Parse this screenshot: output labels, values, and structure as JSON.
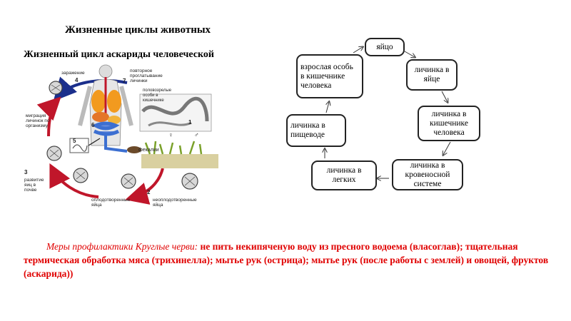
{
  "title": "Жизненные циклы животных",
  "subtitle": "Жизненный цикл аскариды человеческой",
  "illustration": {
    "labels": {
      "infection": "заражение",
      "n4": "4",
      "repeat": "повторное",
      "swallow": "проглатывание",
      "larvae": "личинки",
      "n7": "7",
      "mature1": "половозрелые",
      "mature2": "особи в",
      "mature3": "кишечнике",
      "n6": "6",
      "migration1": "миграция",
      "migration2": "личинок по",
      "migration3": "организму",
      "n1": "1",
      "female": "♀",
      "male": "♂",
      "n5": "5",
      "feces": "фекалии",
      "n3": "3",
      "dev1": "развитие",
      "dev2": "яиц в",
      "dev3": "почве",
      "fert1": "оплодотворенные",
      "fert2": "яйца",
      "n2": "2",
      "unfert1": "неоплодотворенные",
      "unfert2": "яйца"
    }
  },
  "cycle": {
    "nodes": {
      "egg": "яйцо",
      "larva_egg": "личинка в яйце",
      "larva_intestine": "личинка в кишечнике человека",
      "larva_blood": "личинка в кровеносной системе",
      "larva_lungs": "личинка в легких",
      "larva_esophagus": "личинка в пищеводе",
      "adult": "взрослая особь в кишечнике человека"
    }
  },
  "prevention": {
    "lead": "Меры профилактики Круглые черви:",
    "text": " не пить некипяченую воду из пресного водоема (власоглав); тщательная термическая обработка мяса (трихинелла); мытье рук (острица); мытье рук (после работы с землей) и овощей, фруктов (аскарида))"
  },
  "colors": {
    "accent_red": "#e00000",
    "cycle_arrow_red": "#c0162a",
    "cycle_arrow_blue": "#1b2f8c",
    "organ_orange": "#f29a1f",
    "intestine_blue": "#3c6fd1"
  }
}
